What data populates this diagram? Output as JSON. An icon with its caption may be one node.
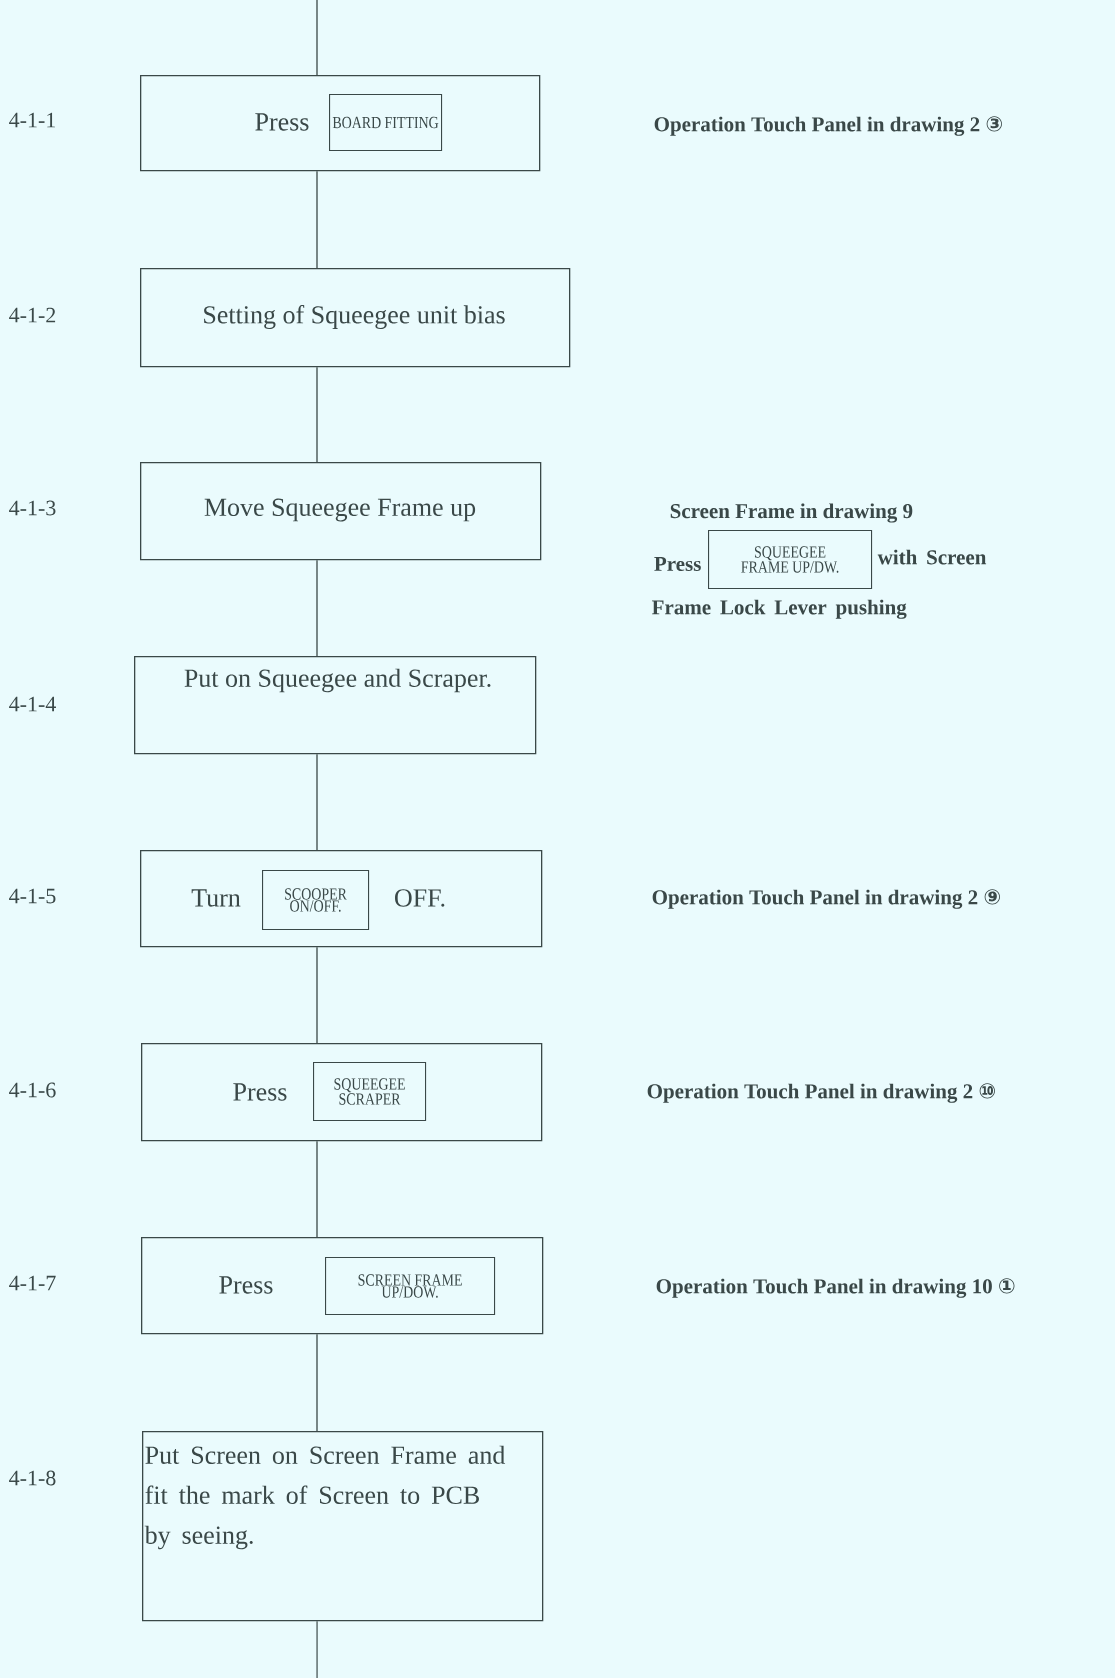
{
  "diagram": {
    "nodes": [
      {
        "text": [
          "Press"
        ],
        "beside": [
          "4-1-1"
        ]
      },
      {
        "text": [
          "BOARD FITTING"
        ],
        "in": 0
      },
      {
        "text": [
          "Setting of Squeegee unit bias"
        ],
        "beside": [
          "4-1-2"
        ]
      },
      {
        "text": [
          "Move Squeegee Frame up"
        ],
        "beside": [
          "4-1-3"
        ]
      },
      {
        "text": [
          "SQUEEGEE FRAME UP/DW."
        ]
      },
      {
        "text": [
          "Put on Squeegee and Scraper."
        ],
        "beside": [
          "4-1-4"
        ]
      },
      {
        "text": [
          "Turn",
          "OFF."
        ],
        "beside": [
          "4-1-5"
        ]
      },
      {
        "text": [
          "SCOOPER ON/OFF."
        ],
        "in": 6
      },
      {
        "text": [
          "Press"
        ],
        "beside": [
          "4-1-6"
        ]
      },
      {
        "text": [
          "SQUEEGEE SCRAPER"
        ],
        "in": 8
      },
      {
        "text": [
          "Press"
        ],
        "beside": [
          "4-1-7"
        ]
      },
      {
        "text": [
          "SCREEN FRAME UP/DOW."
        ],
        "in": 10
      },
      {
        "text": [
          "Put Screen on Screen Frame and fit the mark of Screen to PCB by seeing."
        ],
        "beside": [
          "4-1-8"
        ]
      }
    ],
    "edges": [
      {
        "from": null,
        "to": 0,
        "arrow": "none"
      },
      {
        "from": 0,
        "to": 2,
        "arrow": "none"
      },
      {
        "from": 2,
        "to": 3,
        "arrow": "none"
      },
      {
        "from": 3,
        "to": 5,
        "arrow": "none"
      },
      {
        "from": 5,
        "to": 6,
        "arrow": "none"
      },
      {
        "from": 6,
        "to": 8,
        "arrow": "none"
      },
      {
        "from": 8,
        "to": 10,
        "arrow": "none"
      },
      {
        "from": 10,
        "to": 12,
        "arrow": "none"
      },
      {
        "from": 12,
        "to": null,
        "arrow": "none"
      }
    ],
    "labels": [
      "Operation Touch Panel in drawing 2 ③",
      "Screen Frame in drawing 9",
      "Press",
      "with Screen Frame Lock Lever pushing",
      "Operation Touch Panel in drawing 2 ⑨",
      "Operation Touch Panel in drawing 2 ⑩",
      "Operation Touch Panel in drawing 10 ①"
    ]
  }
}
